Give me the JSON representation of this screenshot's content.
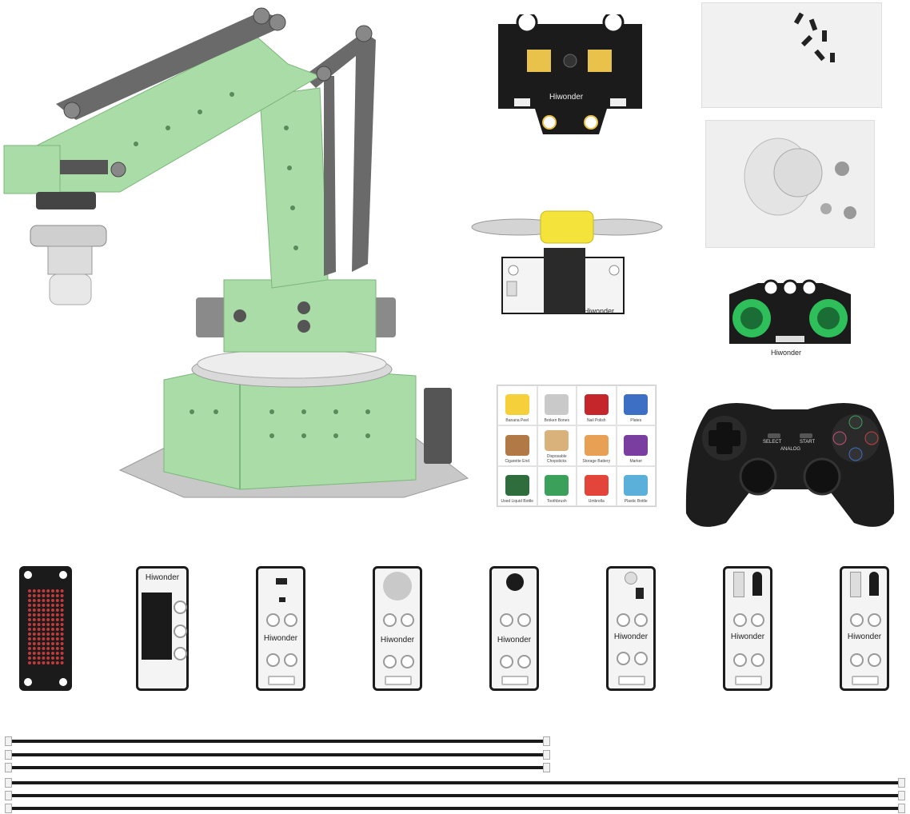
{
  "brand": "Hiwonder",
  "gamepad": {
    "select_label": "SELECT",
    "start_label": "START",
    "analog_label": "ANALOG"
  },
  "cards": [
    {
      "name": "Banana Peel",
      "color": "#f5d03a"
    },
    {
      "name": "Broken Bones",
      "color": "#c9c9c9"
    },
    {
      "name": "Nail Polish",
      "color": "#c4262b"
    },
    {
      "name": "Plates",
      "color": "#3d6fc4"
    },
    {
      "name": "Cigarette End",
      "color": "#b07945"
    },
    {
      "name": "Disposable Chopsticks",
      "color": "#d8b27a"
    },
    {
      "name": "Storage Battery",
      "color": "#e8a055"
    },
    {
      "name": "Marker",
      "color": "#7a3ea0"
    },
    {
      "name": "Used Liquid Bottle",
      "color": "#2f6e3c"
    },
    {
      "name": "Toothbrush",
      "color": "#3aa05a"
    },
    {
      "name": "Umbrella",
      "color": "#e4453b"
    },
    {
      "name": "Plastic Bottle",
      "color": "#5ab0d8"
    }
  ],
  "colors": {
    "arm_green": "#9fd8a0",
    "arm_grey": "#6a6a6a",
    "pcb_black": "#1b1b1b",
    "gold": "#e8c24a",
    "fan_yellow": "#f3e33a",
    "sonar_green": "#2fbf5a"
  }
}
